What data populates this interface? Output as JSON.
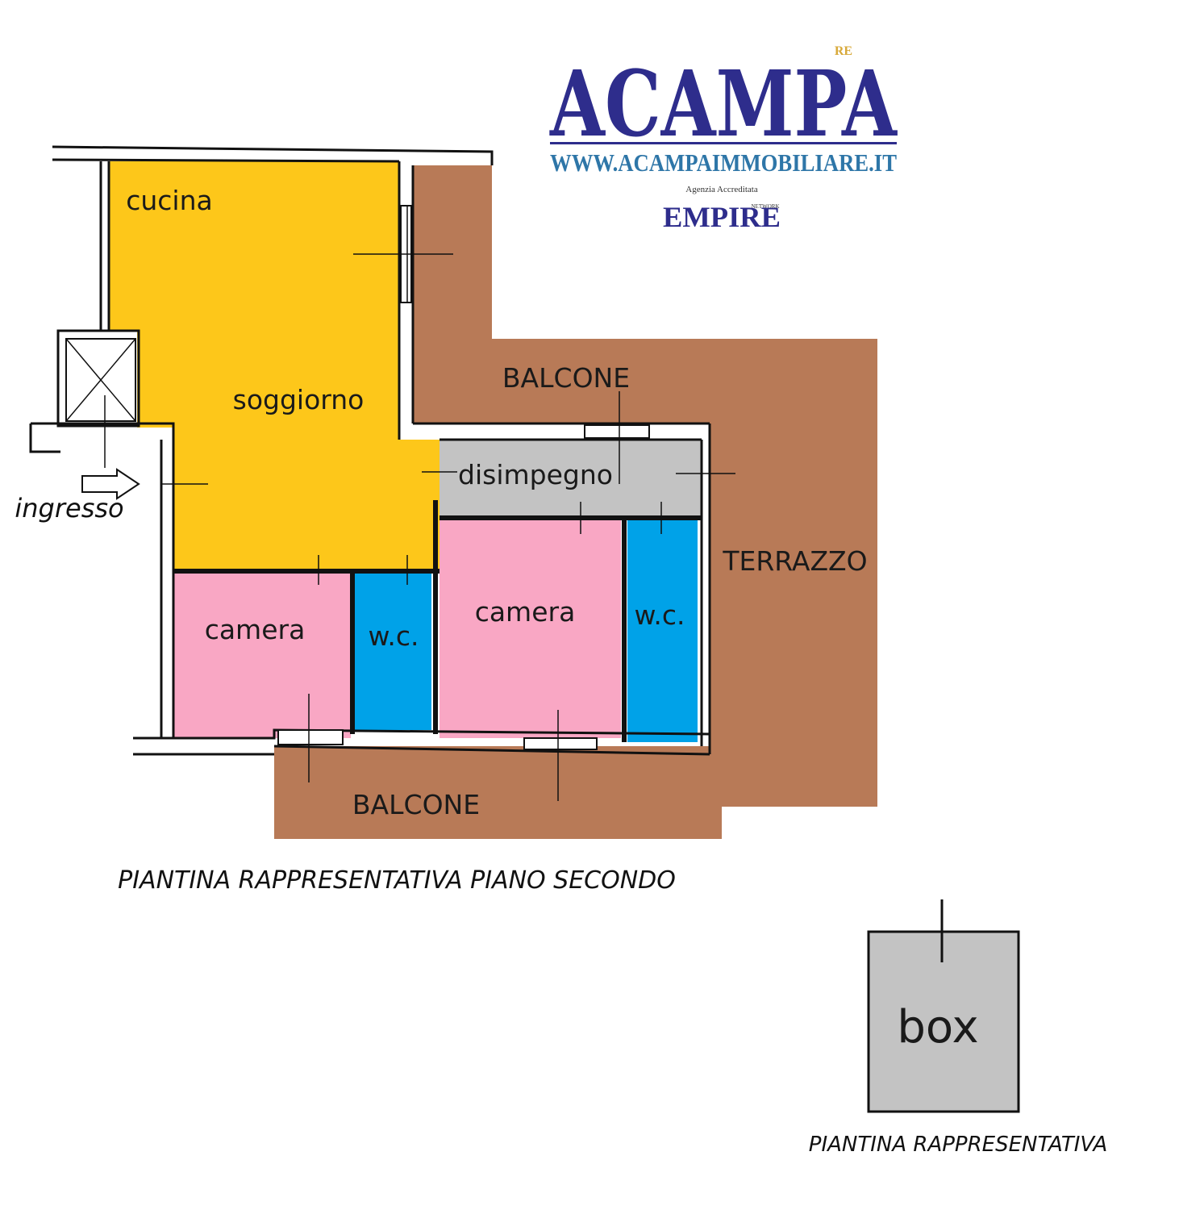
{
  "logo": {
    "name": "ACAMPA",
    "superscript": "RE",
    "website": "WWW.ACAMPAIMMOBILIARE.IT",
    "tagline": "Agenzia Accreditata",
    "network_name": "EMPIRE",
    "network_word": "NETWORK"
  },
  "rooms": {
    "cucina": "cucina",
    "soggiorno": "soggiorno",
    "disimpegno": "disimpegno",
    "camera_left": "camera",
    "wc_left": "w.c.",
    "camera_right": "camera",
    "wc_right": "w.c.",
    "balcone_top": "BALCONE",
    "balcone_bottom": "BALCONE",
    "terrazzo": "TERRAZZO",
    "box": "box"
  },
  "entrance_label": "ingresso",
  "captions": {
    "floor_plan": "PIANTINA RAPPRESENTATIVA PIANO SECONDO",
    "box_plan": "PIANTINA RAPPRESENTATIVA"
  },
  "colors": {
    "living": "#FDC71A",
    "bedroom": "#F9A7C4",
    "bathroom": "#00A2E8",
    "hallway": "#C3C3C3",
    "outdoor": "#B87A57",
    "box": "#C3C3C3",
    "brand_blue": "#2E2D8C",
    "brand_url": "#2E76A8"
  }
}
